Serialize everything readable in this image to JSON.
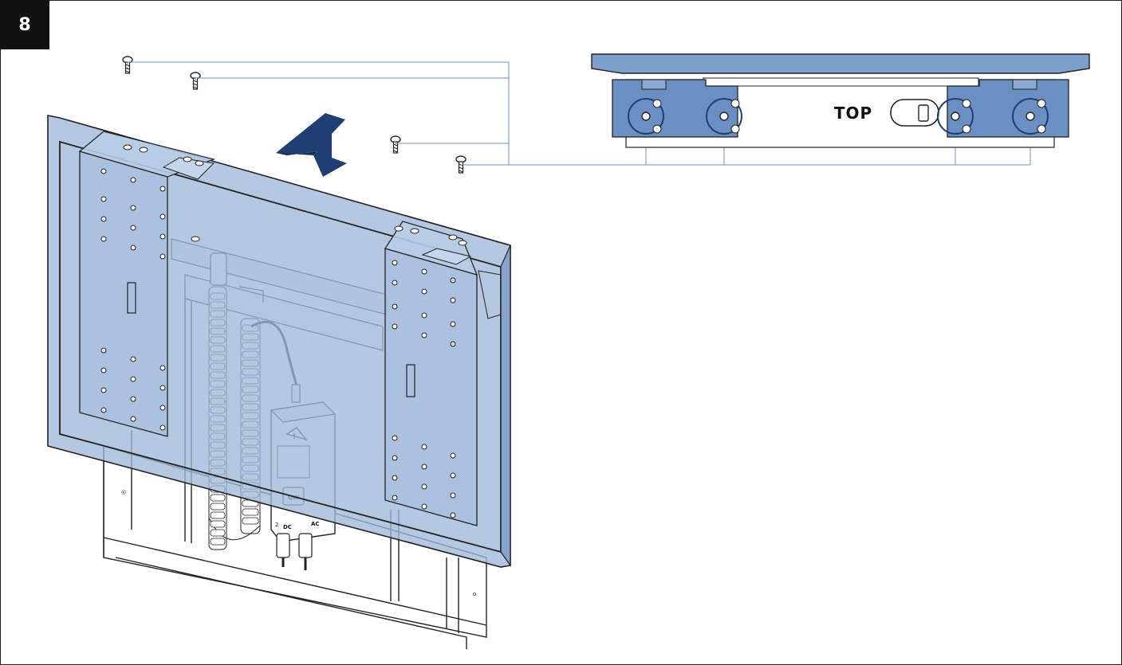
{
  "step": {
    "number": "8"
  },
  "detail_view": {
    "orientation_label": "TOP"
  },
  "controller_box": {
    "brand_mark": "QW",
    "port_left": "2",
    "port_dc": "DC",
    "port_ac": "AC"
  },
  "colors": {
    "panel_blue": "#9fb8d8",
    "panel_blue_strong": "#5b82b6",
    "navy_arrow": "#1f3f73",
    "callout_line": "#6b90c0",
    "circle_marker": "#1f3f73",
    "frame": "#222222"
  },
  "icons": [
    "down-arrow-icon",
    "warning-icon",
    "screw-icon"
  ]
}
